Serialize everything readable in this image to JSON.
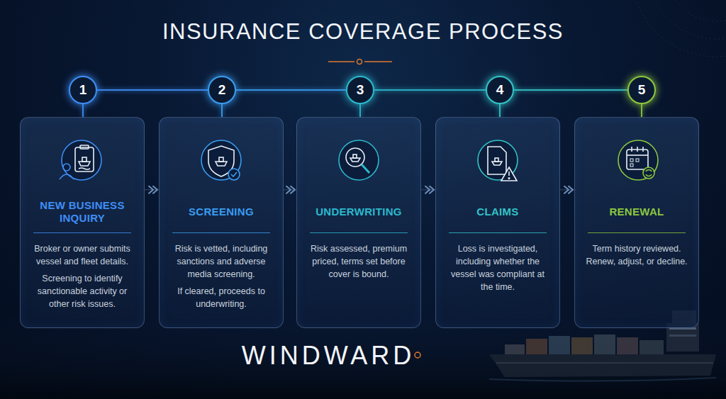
{
  "diagram": {
    "title": "INSURANCE COVERAGE PROCESS",
    "nodes": [
      {
        "text": [
          "1"
        ]
      },
      {
        "text": [
          "NEW BUSINESS INQUIRY",
          "Broker or owner submits vessel and fleet details.",
          "Screening to identify sanctionable activity or other risk issues."
        ]
      },
      {
        "text": [
          "2"
        ]
      },
      {
        "text": [
          "SCREENING",
          "Risk is vetted, including sanctions and adverse media screening.",
          "If cleared, proceeds to underwriting."
        ]
      },
      {
        "text": [
          "3"
        ]
      },
      {
        "text": [
          "UNDERWRITING",
          "Risk assessed, premium priced, terms set before cover is bound."
        ]
      },
      {
        "text": [
          "4"
        ]
      },
      {
        "text": [
          "CLAIMS",
          "Loss is investigated, including whether the vessel was compliant at the time."
        ]
      },
      {
        "text": [
          "5"
        ]
      },
      {
        "text": [
          "RENEWAL",
          "Term history reviewed. Renew, adjust, or decline."
        ]
      }
    ],
    "edges": [
      {
        "from": 0,
        "to": 2,
        "arrow": "none"
      },
      {
        "from": 2,
        "to": 4,
        "arrow": "none"
      },
      {
        "from": 4,
        "to": 6,
        "arrow": "none"
      },
      {
        "from": 6,
        "to": 8,
        "arrow": "none"
      },
      {
        "from": 0,
        "to": 1,
        "arrow": "none"
      },
      {
        "from": 2,
        "to": 3,
        "arrow": "none"
      },
      {
        "from": 4,
        "to": 5,
        "arrow": "none"
      },
      {
        "from": 6,
        "to": 7,
        "arrow": "none"
      },
      {
        "from": 8,
        "to": 9,
        "arrow": "none"
      },
      {
        "from": 1,
        "to": 3,
        "arrow": "to"
      },
      {
        "from": 3,
        "to": 5,
        "arrow": "to"
      },
      {
        "from": 5,
        "to": 7,
        "arrow": "to"
      },
      {
        "from": 7,
        "to": 9,
        "arrow": "to"
      }
    ],
    "labels": [
      "WINDWARD"
    ]
  }
}
